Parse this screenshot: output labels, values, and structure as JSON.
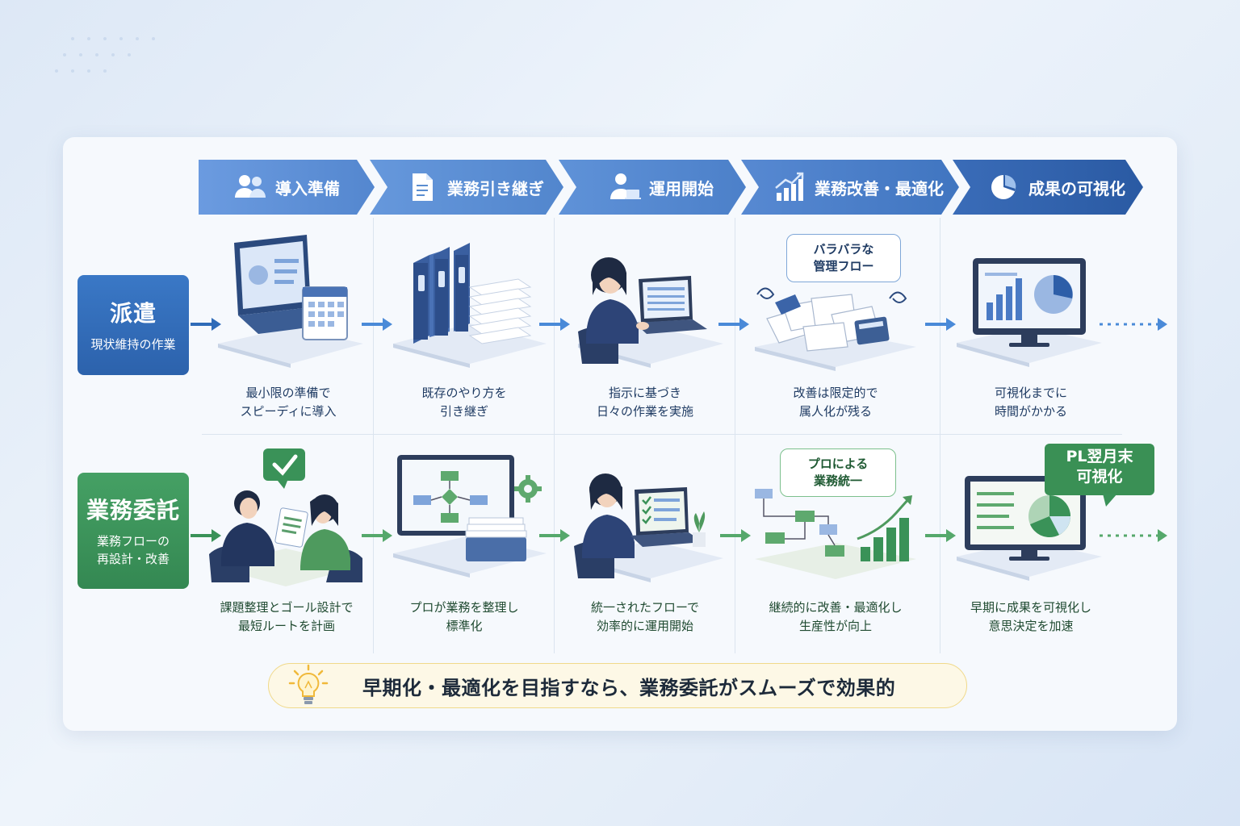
{
  "stages": [
    {
      "label": "導入準備",
      "icon": "people-icon",
      "color": "#5b8fd2"
    },
    {
      "label": "業務引き継ぎ",
      "icon": "document-icon",
      "color": "#5a8dd0"
    },
    {
      "label": "運用開始",
      "icon": "user-laptop-icon",
      "color": "#4f85cb"
    },
    {
      "label": "業務改善・最適化",
      "icon": "growth-chart-icon",
      "color": "#4579c2"
    },
    {
      "label": "成果の可視化",
      "icon": "pie-chart-icon",
      "color": "#2d5ea8"
    }
  ],
  "rows": {
    "haken": {
      "title": "派遣",
      "subtitle": "現状維持の作業",
      "color": "#2f6bb8",
      "captions": [
        "最小限の準備で\nスピーディに導入",
        "既存のやり方を\n引き継ぎ",
        "指示に基づき\n日々の作業を実施",
        "改善は限定的で\n属人化が残る",
        "可視化までに\n時間がかかる"
      ],
      "bubble": "バラバラな\n管理フロー"
    },
    "itaku": {
      "title": "業務委託",
      "subtitle": "業務フローの\n再設計・改善",
      "color": "#3a9258",
      "captions": [
        "課題整理とゴール設計で\n最短ルートを計画",
        "プロが業務を整理し\n標準化",
        "統一されたフローで\n効率的に運用開始",
        "継続的に改善・最適化し\n生産性が向上",
        "早期に成果を可視化し\n意思決定を加速"
      ],
      "bubble": "プロによる\n業務統一",
      "badge": "PL翌月末\n可視化"
    }
  },
  "conclusion": {
    "text": "早期化・最適化を目指すなら、業務委託がスムーズで効果的",
    "icon": "lightbulb-icon"
  }
}
